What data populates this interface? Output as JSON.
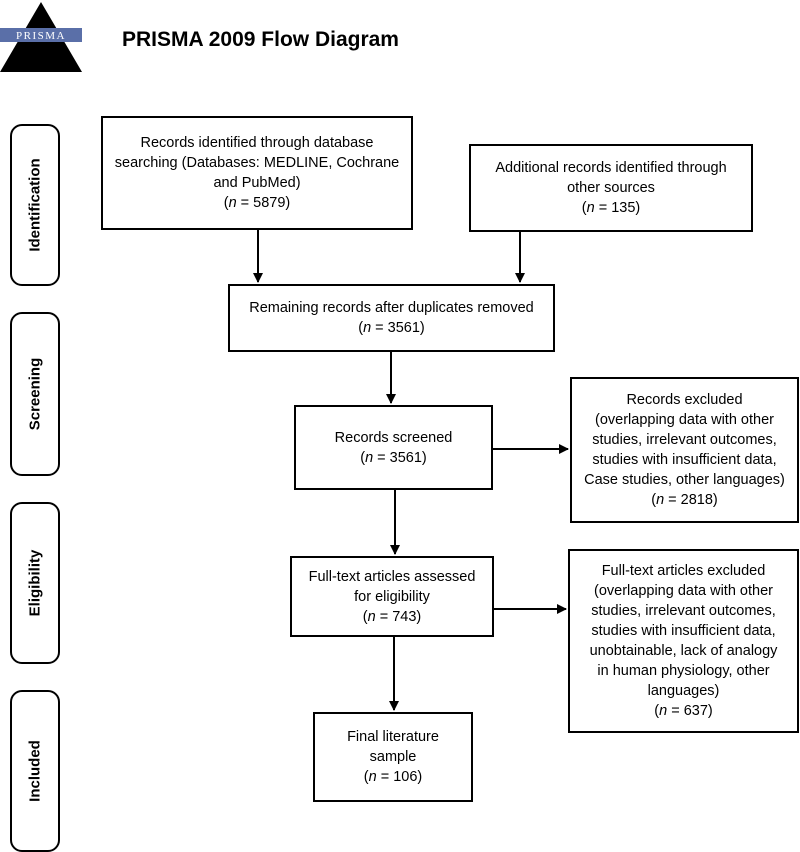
{
  "header": {
    "logo_text": "PRISMA",
    "title": "PRISMA 2009 Flow Diagram"
  },
  "phases": {
    "identification": "Identification",
    "screening": "Screening",
    "eligibility": "Eligibility",
    "included": "Included"
  },
  "boxes": {
    "database_records": {
      "text": "Records identified through database\nsearching (Databases: MEDLINE, Cochrane\nand PubMed)",
      "n_symbol": "n",
      "n_rest": " = 5879)"
    },
    "additional_records": {
      "text": "Additional records identified through\nother sources",
      "n_symbol": "n",
      "n_rest": " = 135)"
    },
    "after_duplicates": {
      "text": "Remaining records after duplicates removed",
      "n_symbol": "n",
      "n_rest": " = 3561)"
    },
    "screened": {
      "text": "Records screened",
      "n_symbol": "n",
      "n_rest": " = 3561)"
    },
    "excluded": {
      "text": "Records excluded\n(overlapping data with other\nstudies, irrelevant outcomes,\nstudies with insufficient data,\nCase studies, other languages)",
      "n_symbol": "n",
      "n_rest": " = 2818)"
    },
    "fulltext_assessed": {
      "text": "Full-text articles assessed\nfor eligibility",
      "n_symbol": "n",
      "n_rest": " = 743)"
    },
    "fulltext_excluded": {
      "text": "Full-text articles excluded\n(overlapping data with other\nstudies, irrelevant outcomes,\nstudies with insufficient data,\nunobtainable, lack of analogy\nin human physiology, other\nlanguages)",
      "n_symbol": "n",
      "n_rest": " = 637)"
    },
    "final_sample": {
      "text": "Final literature\nsample",
      "n_symbol": "n",
      "n_rest": " = 106)"
    }
  }
}
